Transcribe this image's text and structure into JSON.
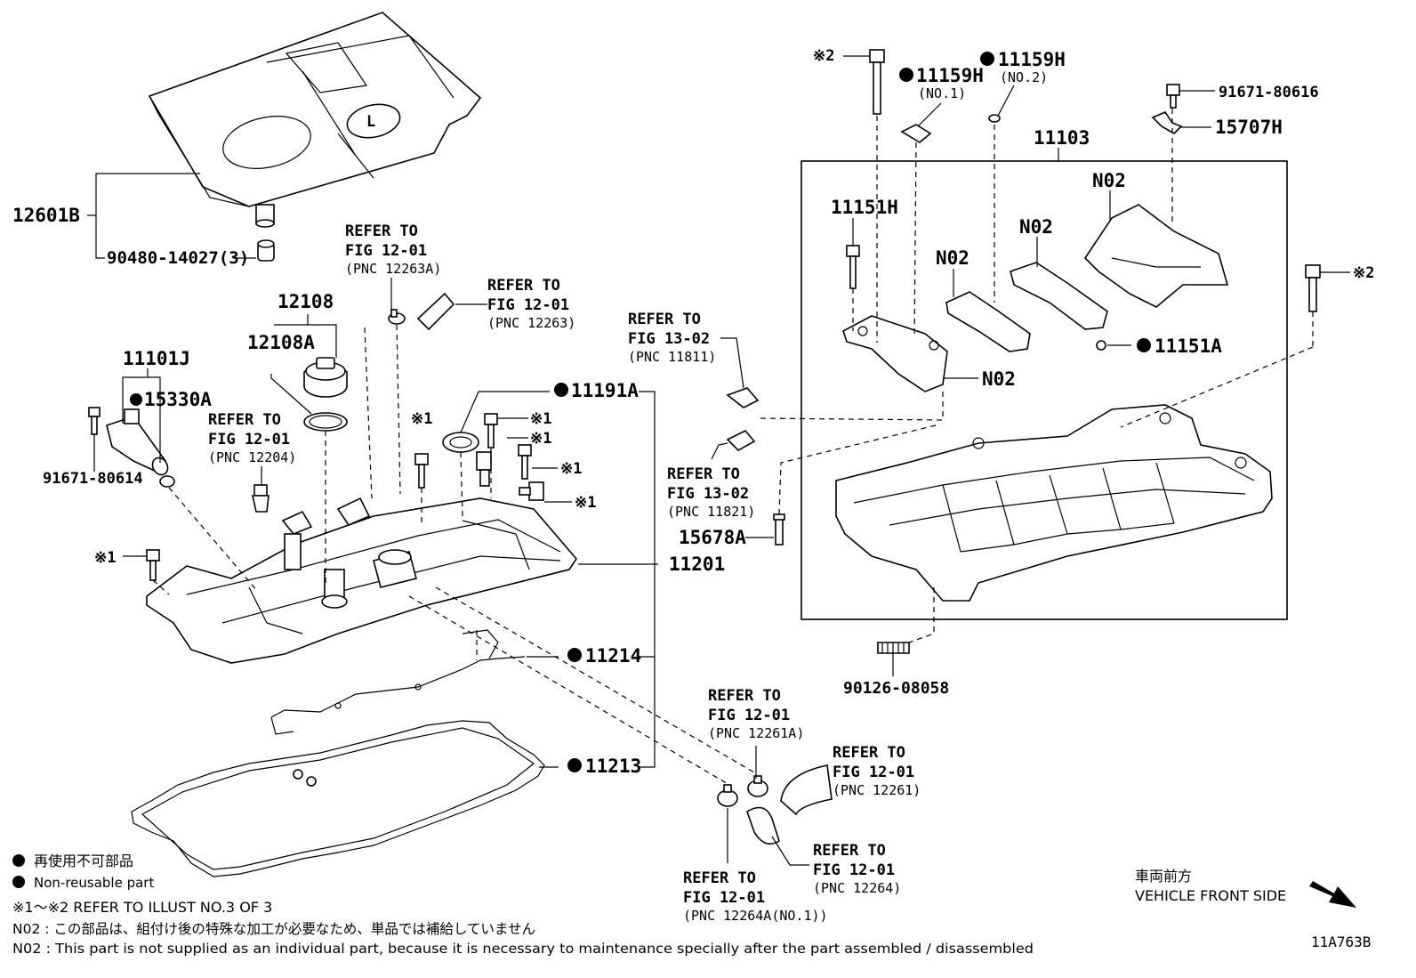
{
  "labels": {
    "p12601B": "12601B",
    "p90480": "90480-14027(3)",
    "p12108": "12108",
    "p12108A": "12108A",
    "p11101J": "11101J",
    "p15330A": "15330A",
    "p91671_80614": "91671-80614",
    "p11191A": "11191A",
    "p11201": "11201",
    "p11214": "11214",
    "p11213": "11213",
    "p15678A": "15678A",
    "p90126": "90126-08058",
    "p11103": "11103",
    "p11151H": "11151H",
    "p11159H_1": "11159H",
    "p11159H_1_sub": "(NO.1)",
    "p11159H_2": "11159H",
    "p11159H_2_sub": "(NO.2)",
    "p91671_80616": "91671-80616",
    "p15707H": "15707H",
    "p11151A": "11151A",
    "n02_a": "N02",
    "n02_b": "N02",
    "n02_c": "N02",
    "n02_d": "N02",
    "mark_k2_top": "※2",
    "mark_k2_right": "※2",
    "mark_k1_a": "※1",
    "mark_k1_b": "※1",
    "mark_k1_c": "※1",
    "mark_k1_d": "※1",
    "mark_k1_e": "※1",
    "mark_k1_left": "※1",
    "diagram_code": "11A763B"
  },
  "refs": {
    "r12263A": {
      "l1": "REFER TO",
      "l2": "FIG 12-01",
      "l3": "(PNC 12263A)"
    },
    "r12263": {
      "l1": "REFER TO",
      "l2": "FIG 12-01",
      "l3": "(PNC 12263)"
    },
    "r12204": {
      "l1": "REFER TO",
      "l2": "FIG 12-01",
      "l3": "(PNC 12204)"
    },
    "r11811": {
      "l1": "REFER TO",
      "l2": "FIG 13-02",
      "l3": "(PNC 11811)"
    },
    "r11821": {
      "l1": "REFER TO",
      "l2": "FIG 13-02",
      "l3": "(PNC 11821)"
    },
    "r12261A": {
      "l1": "REFER TO",
      "l2": "FIG 12-01",
      "l3": "(PNC 12261A)"
    },
    "r12261": {
      "l1": "REFER TO",
      "l2": "FIG 12-01",
      "l3": "(PNC 12261)"
    },
    "r12264": {
      "l1": "REFER TO",
      "l2": "FIG 12-01",
      "l3": "(PNC 12264)"
    },
    "r12264A": {
      "l1": "REFER TO",
      "l2": "FIG 12-01",
      "l3": "(PNC 12264A(NO.1))"
    }
  },
  "legend": {
    "nonreusable_jp": "再使用不可部品",
    "nonreusable_en": "Non-reusable part",
    "refer_note": "※1～※2 REFER TO ILLUST NO.3 OF 3",
    "n02_jp": "N02 : この部品は、組付け後の特殊な加工が必要なため、単品では補給していません",
    "n02_en": "N02 : This part is not supplied as an individual part, because it is necessary to maintenance specially after the part assembled / disassembled"
  },
  "front": {
    "jp": "車両前方",
    "en": "VEHICLE FRONT SIDE"
  }
}
